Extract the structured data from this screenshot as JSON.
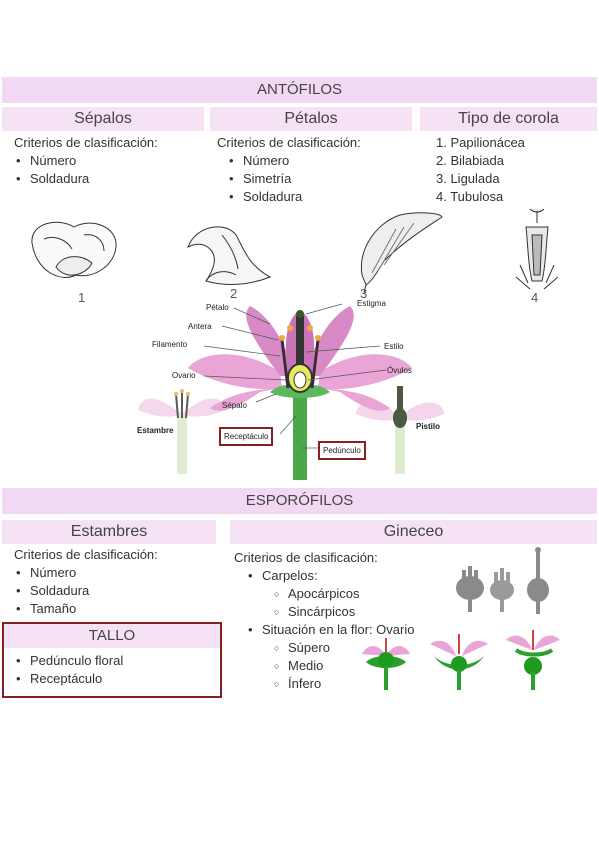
{
  "antofilos": {
    "title": "ANTÓFILOS",
    "sepalos": {
      "header": "Sépalos",
      "criteria": "Criterios de clasificación:",
      "items": [
        "Número",
        "Soldadura"
      ]
    },
    "petalos": {
      "header": "Pétalos",
      "criteria": "Criterios de clasificación:",
      "items": [
        "Número",
        "Simetría",
        "Soldadura"
      ]
    },
    "corola": {
      "header": "Tipo de corola",
      "items": [
        "1. Papilionácea",
        "2. Bilabiada",
        "3. Ligulada",
        "4. Tubulosa"
      ]
    },
    "figure_numbers": [
      "1",
      "2",
      "3",
      "4"
    ]
  },
  "diagram_labels": {
    "petalo": "Pétalo",
    "antera": "Antera",
    "filamento": "Filamento",
    "ovario": "Ovario",
    "sepalo": "Sépalo",
    "estambre": "Estambre",
    "receptaculo": "Receptáculo",
    "pedunculo": "Pedúnculo",
    "estigma": "Estigma",
    "estilo": "Estilo",
    "ovulos": "Óvulos",
    "pistilo": "Pistilo"
  },
  "esporofilos": {
    "title": "ESPORÓFILOS",
    "estambres": {
      "header": "Estambres",
      "criteria": "Criterios de clasificación:",
      "items": [
        "Número",
        "Soldadura",
        "Tamaño"
      ]
    },
    "gineceo": {
      "header": "Gineceo",
      "criteria": "Criterios de clasificación:",
      "carpelos": "Carpelos:",
      "carpelos_types": [
        "Apocárpicos",
        "Sincárpicos"
      ],
      "situacion": "Situación en la flor: Ovario",
      "situacion_types": [
        "Súpero",
        "Medio",
        "Ínfero"
      ]
    }
  },
  "tallo": {
    "title": "TALLO",
    "items": [
      "Pedúnculo floral",
      "Receptáculo"
    ]
  },
  "colors": {
    "band": "#f1d9f3",
    "box_border": "#8b1f1f",
    "petal_pink": "#e9a5d6",
    "stem_green": "#49a84a"
  }
}
